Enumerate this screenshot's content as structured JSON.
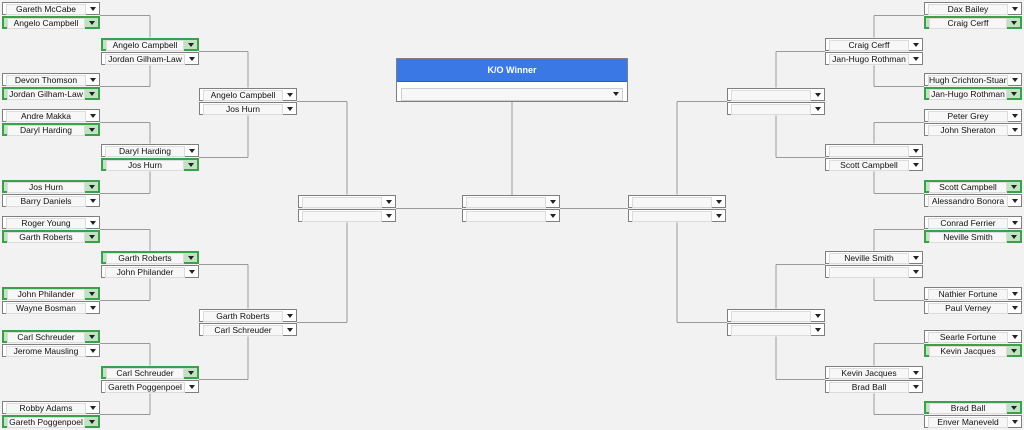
{
  "bracket": {
    "winner_title": "K/O Winner",
    "winner_value": "",
    "left": {
      "r1": [
        [
          "Gareth McCabe",
          "Angelo Campbell"
        ],
        [
          "Devon Thomson",
          "Jordan Gilham-Law"
        ],
        [
          "Andre Makka",
          "Daryl Harding"
        ],
        [
          "Jos Hurn",
          "Barry Daniels"
        ],
        [
          "Roger Young",
          "Garth Roberts"
        ],
        [
          "John Philander",
          "Wayne Bosman"
        ],
        [
          "Carl Schreuder",
          "Jerome Mausling"
        ],
        [
          "Robby Adams",
          "Gareth Poggenpoel"
        ]
      ],
      "r1_winners": [
        1,
        1,
        1,
        0,
        1,
        0,
        0,
        1
      ],
      "r2": [
        [
          "Angelo Campbell",
          "Jordan Gilham-Law"
        ],
        [
          "Daryl Harding",
          "Jos Hurn"
        ],
        [
          "Garth Roberts",
          "John Philander"
        ],
        [
          "Carl Schreuder",
          "Gareth Poggenpoel"
        ]
      ],
      "r2_winners": [
        0,
        1,
        0,
        0
      ],
      "qf": [
        [
          "Angelo Campbell",
          "Jos Hurn"
        ],
        [
          "Garth Roberts",
          "Carl Schreuder"
        ]
      ],
      "sf": [
        [
          "",
          ""
        ]
      ]
    },
    "final": [
      "",
      ""
    ],
    "right": {
      "r1": [
        [
          "Dax Bailey",
          "Craig Cerff"
        ],
        [
          "Hugh Crichton-Stuart",
          "Jan-Hugo Rothman"
        ],
        [
          "Peter Grey",
          "John Sheraton"
        ],
        [
          "Scott Campbell",
          "Alessandro Bonora"
        ],
        [
          "Conrad Ferrier",
          "Neville Smith"
        ],
        [
          "Nathier Fortune",
          "Paul Verney"
        ],
        [
          "Searle Fortune",
          "Kevin Jacques"
        ],
        [
          "Brad Ball",
          "Enver Maneveld"
        ]
      ],
      "r1_winners": [
        1,
        1,
        -1,
        0,
        1,
        -1,
        1,
        0
      ],
      "r2": [
        [
          "Craig Cerff",
          "Jan-Hugo Rothman"
        ],
        [
          "",
          "Scott Campbell"
        ],
        [
          "Neville Smith",
          ""
        ],
        [
          "Kevin Jacques",
          "Brad Ball"
        ]
      ],
      "r2_winners": [
        -1,
        -1,
        -1,
        -1
      ],
      "qf": [
        [
          "",
          ""
        ],
        [
          "",
          ""
        ]
      ],
      "sf": [
        [
          "",
          ""
        ]
      ]
    }
  },
  "colors": {
    "winner_header": "#3a78e6",
    "advanced_border": "#3aa14a",
    "advanced_fill": "#bfe3c3",
    "connector_line": "#9a9a9a"
  }
}
